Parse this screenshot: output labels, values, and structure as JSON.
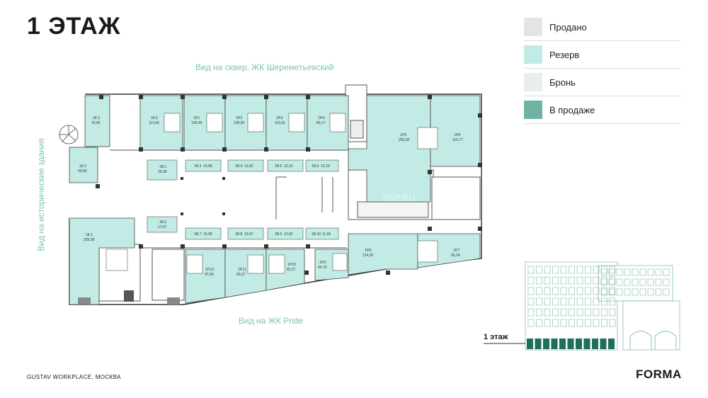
{
  "title": "1 ЭТАЖ",
  "legend": [
    {
      "label": "Продано",
      "color": "#e4e4e4"
    },
    {
      "label": "Резерв",
      "color": "#c1ebe4"
    },
    {
      "label": "Бронь",
      "color": "#e6efee"
    },
    {
      "label": "В продаже",
      "color": "#6fb3a3"
    }
  ],
  "views": {
    "top": "Вид на сквер, ЖК Шереметьевский",
    "bottom": "Вид на ЖК Pride",
    "left": "Вид на исторические здания"
  },
  "watermark": "SSP.RU",
  "rooms": [
    {
      "code": "1К.3",
      "area": "33,56"
    },
    {
      "code": "1К.5",
      "area": "113,66"
    },
    {
      "code": "1Р.1",
      "area": "109,50"
    },
    {
      "code": "1Р.2",
      "area": "109,92"
    },
    {
      "code": "1Р.3",
      "area": "110,31"
    },
    {
      "code": "1Р.4",
      "area": "80,17"
    },
    {
      "code": "1Р.5",
      "area": "255,60"
    },
    {
      "code": "1Р.6",
      "area": "110,77"
    },
    {
      "code": "1К.2",
      "area": "49,83"
    },
    {
      "code": "1К.1",
      "area": "209,28"
    },
    {
      "code": "1Р.12",
      "area": "97,69"
    },
    {
      "code": "1Р.11",
      "area": "90,27"
    },
    {
      "code": "1Р.10",
      "area": "82,27"
    },
    {
      "code": "1Р.9",
      "area": "44,70"
    },
    {
      "code": "1Р.8",
      "area": "124,00"
    },
    {
      "code": "1Р.7",
      "area": "66,24"
    },
    {
      "code": "1В.1",
      "area": "25,99"
    },
    {
      "code": "1В.2",
      "area": "17,67"
    },
    {
      "code": "1В.3",
      "area": "14,58"
    },
    {
      "code": "1В.4",
      "area": "13,82"
    },
    {
      "code": "1В.5",
      "area": "12,10"
    },
    {
      "code": "1В.6",
      "area": "12,10"
    },
    {
      "code": "1В.7",
      "area": "14,58"
    },
    {
      "code": "1В.8",
      "area": "13,87"
    },
    {
      "code": "1В.9",
      "area": "13,92"
    },
    {
      "code": "1В.10",
      "area": "11,66"
    }
  ],
  "floor_tag": "1 этаж",
  "footer": "GUSTAV WORKPLACE, МОСКВА",
  "brand": "FORMA"
}
